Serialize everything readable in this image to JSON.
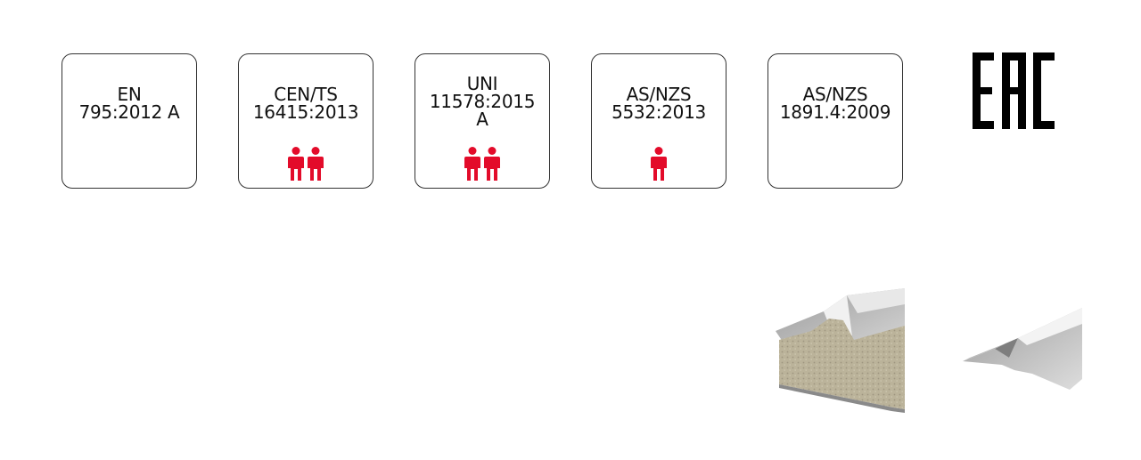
{
  "badges": [
    {
      "lines": [
        "EN",
        "795:2012 A"
      ],
      "people": 0
    },
    {
      "lines": [
        "CEN/TS",
        "16415:2013"
      ],
      "people": 2
    },
    {
      "lines": [
        "UNI",
        "11578:2015",
        "A"
      ],
      "people": 2
    },
    {
      "lines": [
        "AS/NZS",
        "5532:2013"
      ],
      "people": 1
    },
    {
      "lines": [
        "AS/NZS",
        "1891.4:2009"
      ],
      "people": 0
    }
  ],
  "icons": {
    "person": "person-icon",
    "logo": "eac-logo",
    "panel_insulated": "insulated-panel-image",
    "panel_sheet": "profiled-sheet-image"
  },
  "colors": {
    "person": "#e30b2a",
    "border": "#333333",
    "text": "#111111",
    "logo": "#000000"
  }
}
